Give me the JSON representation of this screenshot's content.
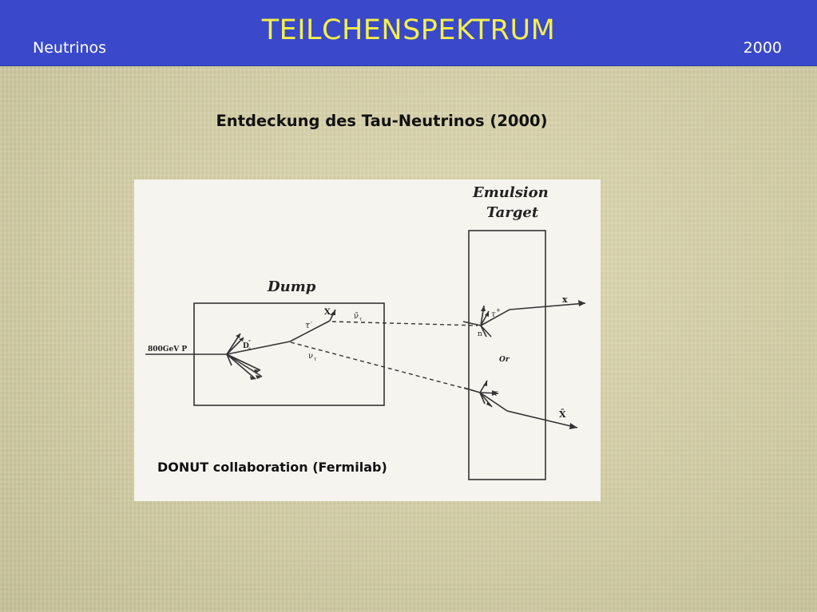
{
  "header": {
    "title": "TEILCHENSPEKTRUM",
    "left_label": "Neutrinos",
    "right_label": "2000"
  },
  "slide": {
    "heading": "Entdeckung des Tau-Neutrinos (2000)"
  },
  "diagram": {
    "emulsion_target_line1": "Emulsion",
    "emulsion_target_line2": "Target",
    "dump_label": "Dump",
    "beam_label": "800GeV P",
    "ds_label": "D",
    "ds_sub": "s",
    "ds_sup": "-",
    "tau_label": "τ",
    "tau_sup": "-",
    "x_label": "X",
    "nubar_tau_label": "ν̄",
    "nubar_tau_sub": "τ",
    "nu_tau_label": "ν",
    "nu_tau_sub": "τ",
    "target_tau_upper": "τ",
    "target_tau_upper_sup": "+",
    "target_n_label": "n",
    "or_label": "Or",
    "target_tau_lower": "τ",
    "out_x_upper": "x",
    "out_x_lower": "X̄",
    "caption": "DONUT collaboration (Fermilab)"
  }
}
